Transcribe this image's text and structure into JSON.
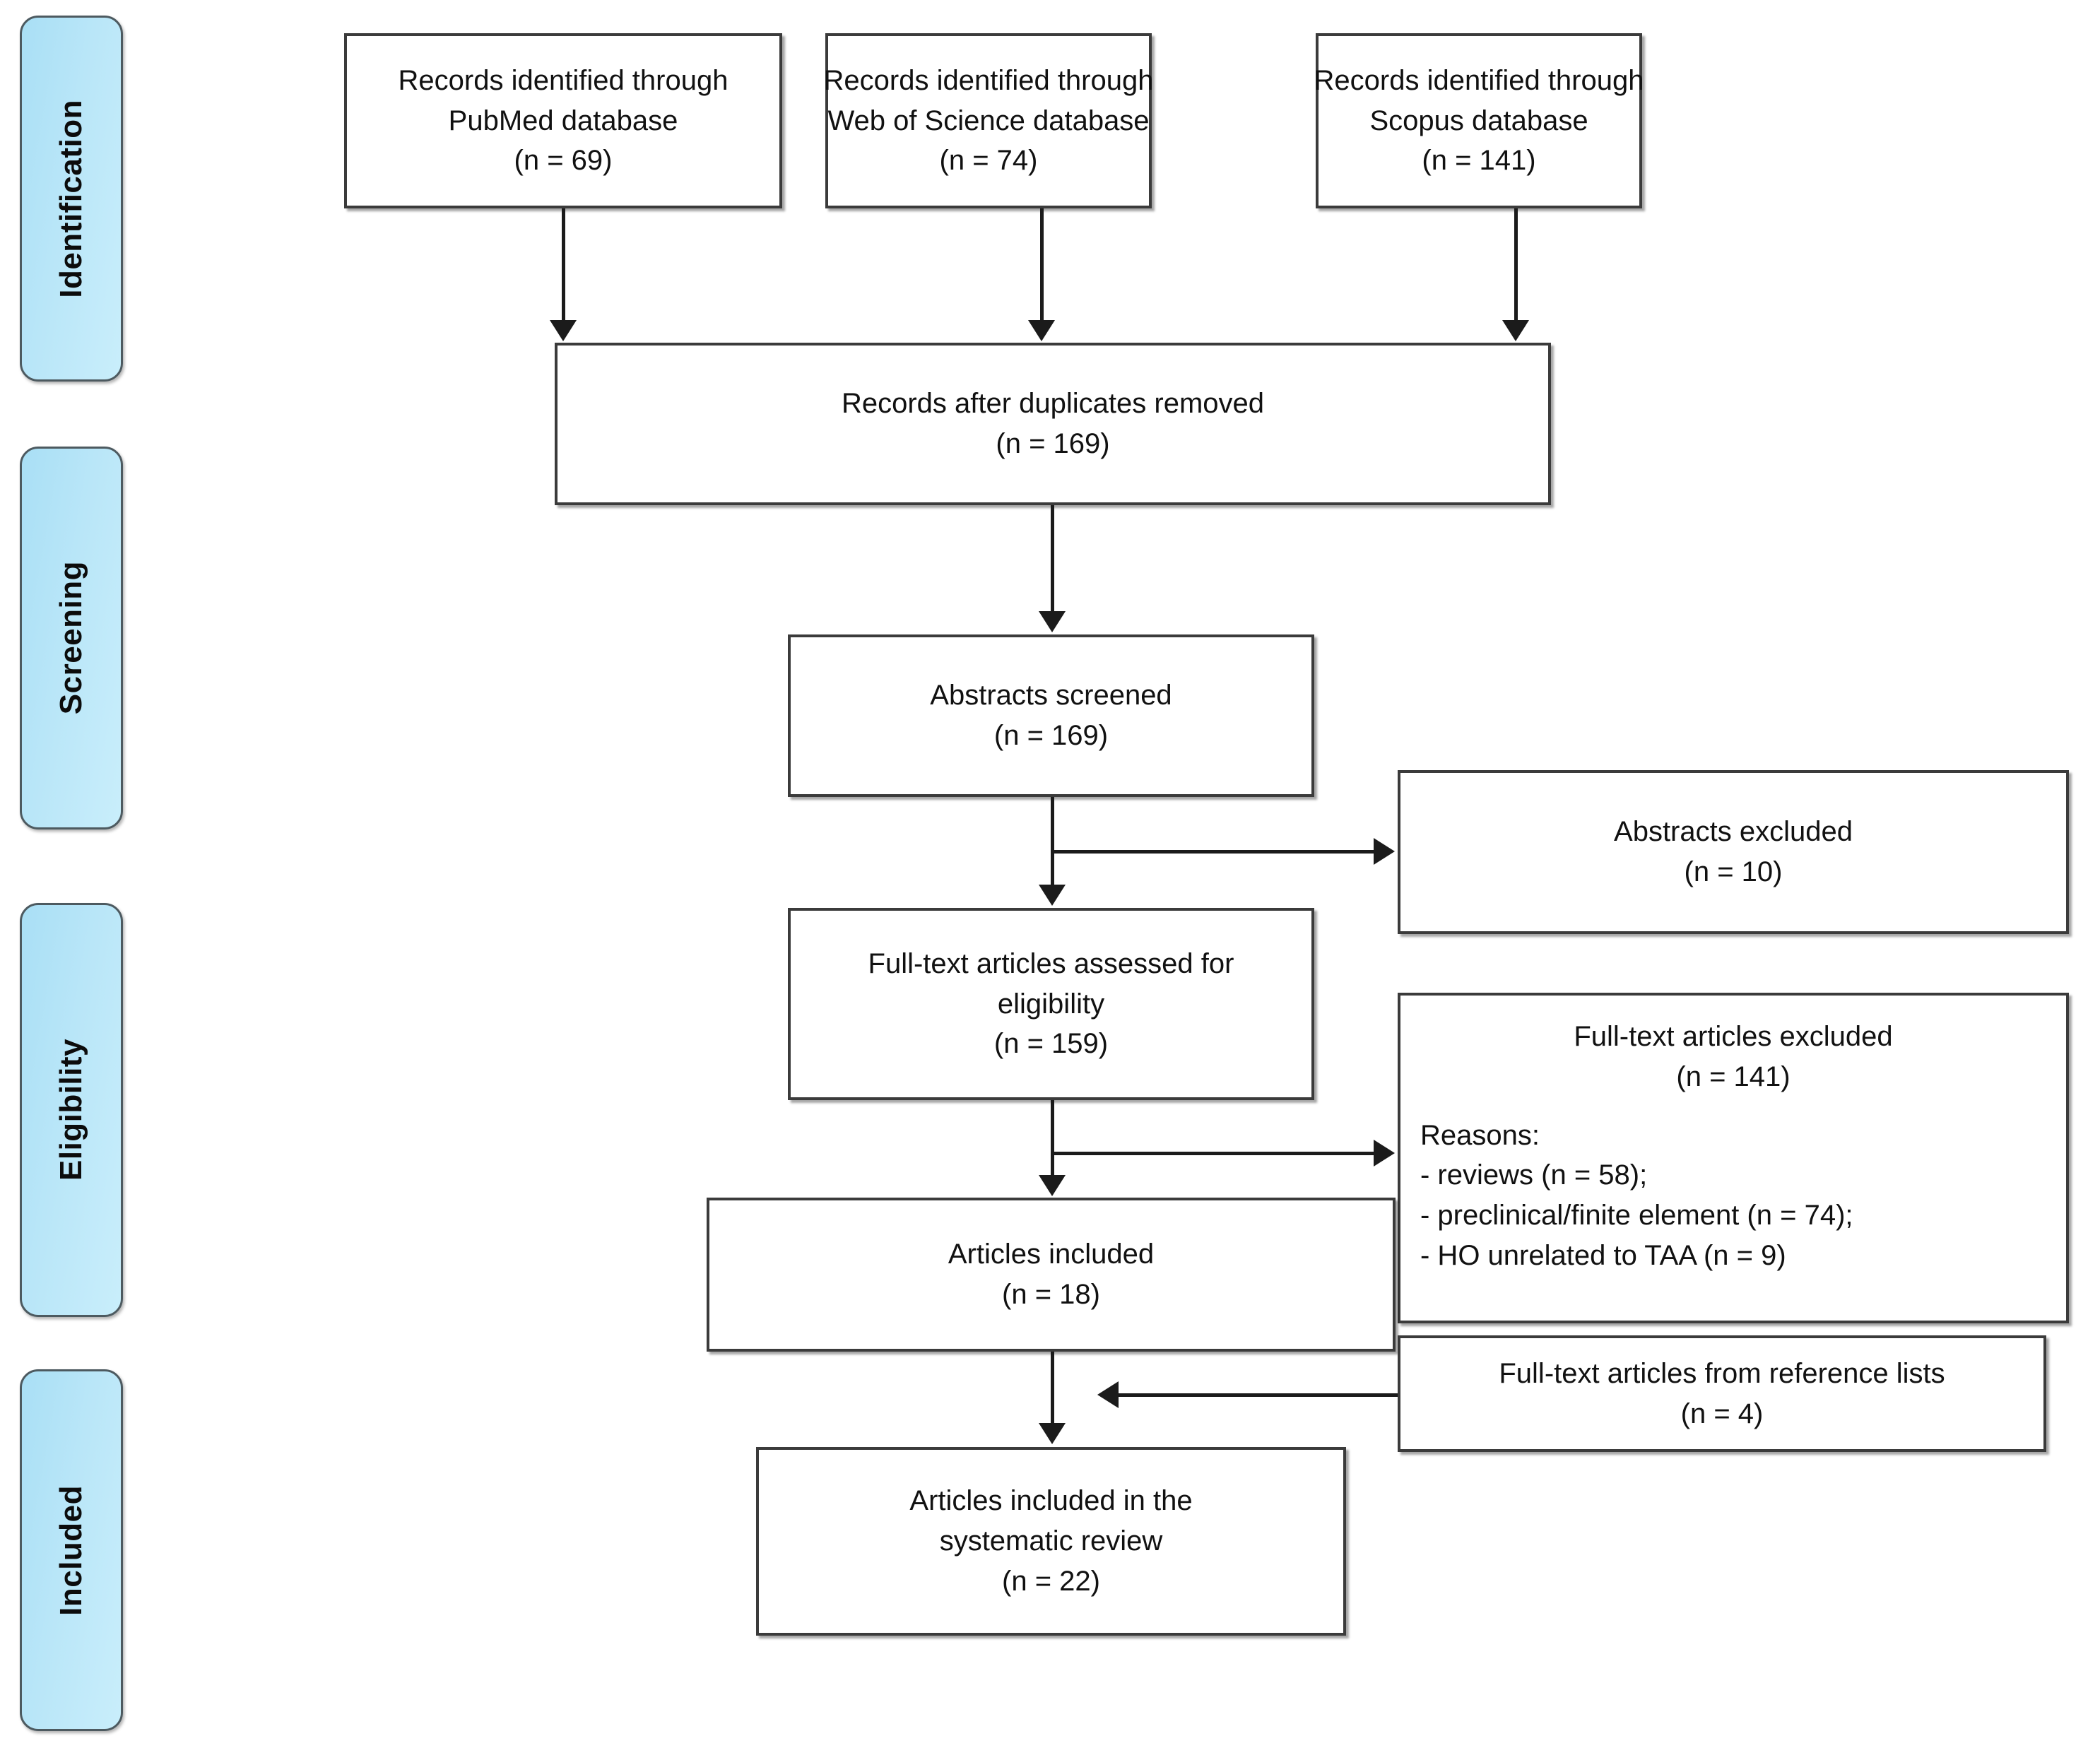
{
  "diagram": {
    "type": "PRISMA flow diagram",
    "phases": [
      {
        "label": "Identification"
      },
      {
        "label": "Screening"
      },
      {
        "label": "Eligibility"
      },
      {
        "label": "Included"
      }
    ],
    "sources": [
      {
        "line1": "Records identified through",
        "line2": "PubMed database",
        "count": "(n = 69)"
      },
      {
        "line1": "Records identified through",
        "line2": "Web of Science database",
        "count": "(n = 74)"
      },
      {
        "line1": "Records identified through",
        "line2": "Scopus database",
        "count": "(n = 141)"
      }
    ],
    "duplicates": {
      "line1": "Records after duplicates removed",
      "count": "(n = 169)"
    },
    "screened": {
      "line1": "Abstracts screened",
      "count": "(n = 169)"
    },
    "abstracts_excluded": {
      "line1": "Abstracts excluded",
      "count": "(n = 10)"
    },
    "fulltext_assessed": {
      "line1": "Full-text articles assessed for",
      "line2": "eligibility",
      "count": "(n = 159)"
    },
    "fulltext_excluded": {
      "line1": "Full-text articles excluded",
      "count": "(n = 141)",
      "reasons_label": "Reasons:",
      "reasons": [
        "- reviews (n = 58);",
        "- preclinical/finite element (n = 74);",
        "- HO unrelated to TAA (n = 9)"
      ]
    },
    "articles_included": {
      "line1": "Articles included",
      "count": "(n = 18)"
    },
    "reference_lists": {
      "line1": "Full-text articles from reference lists",
      "count": "(n = 4)"
    },
    "final": {
      "line1": "Articles included in the",
      "line2": "systematic review",
      "count": "(n = 22)"
    }
  },
  "colors": {
    "phase_fill": "#b3e3f7",
    "phase_border": "#4d5a60",
    "box_border": "#3b3b3b",
    "connector": "#1b1b1b",
    "text": "#111111",
    "background": "#ffffff"
  }
}
